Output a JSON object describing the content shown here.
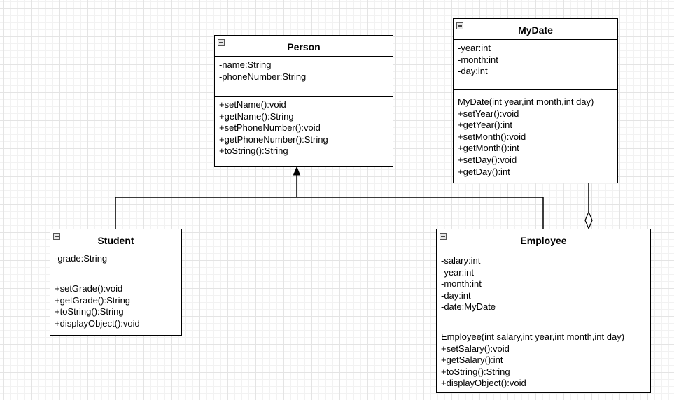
{
  "diagram": {
    "classes": {
      "person": {
        "name": "Person",
        "attributes": [
          "-name:String",
          "-phoneNumber:String"
        ],
        "methods": [
          "+setName():void",
          "+getName():String",
          "+setPhoneNumber():void",
          "+getPhoneNumber():String",
          "+toString():String"
        ]
      },
      "mydate": {
        "name": "MyDate",
        "attributes": [
          "-year:int",
          "-month:int",
          "-day:int"
        ],
        "methods": [
          "MyDate(int year,int month,int day)",
          "+setYear():void",
          "+getYear():int",
          "+setMonth():void",
          "+getMonth():int",
          "+setDay():void",
          "+getDay():int"
        ]
      },
      "student": {
        "name": "Student",
        "attributes": [
          "-grade:String"
        ],
        "methods": [
          "+setGrade():void",
          "+getGrade():String",
          "+toString():String",
          "+displayObject():void"
        ]
      },
      "employee": {
        "name": "Employee",
        "attributes": [
          "-salary:int",
          "-year:int",
          "-month:int",
          "-day:int",
          "-date:MyDate"
        ],
        "methods": [
          "Employee(int salary,int year,int month,int day)",
          "+setSalary():void",
          "+getSalary():int",
          "+toString():String",
          "+displayObject():void"
        ]
      }
    },
    "relationships": [
      {
        "type": "generalization",
        "from": "Student",
        "to": "Person"
      },
      {
        "type": "generalization",
        "from": "Employee",
        "to": "Person"
      },
      {
        "type": "aggregation",
        "whole": "Employee",
        "part": "MyDate"
      }
    ],
    "colors": {
      "line": "#000000",
      "box_fill": "#ffffff",
      "grid": "#e4e4e4"
    }
  }
}
